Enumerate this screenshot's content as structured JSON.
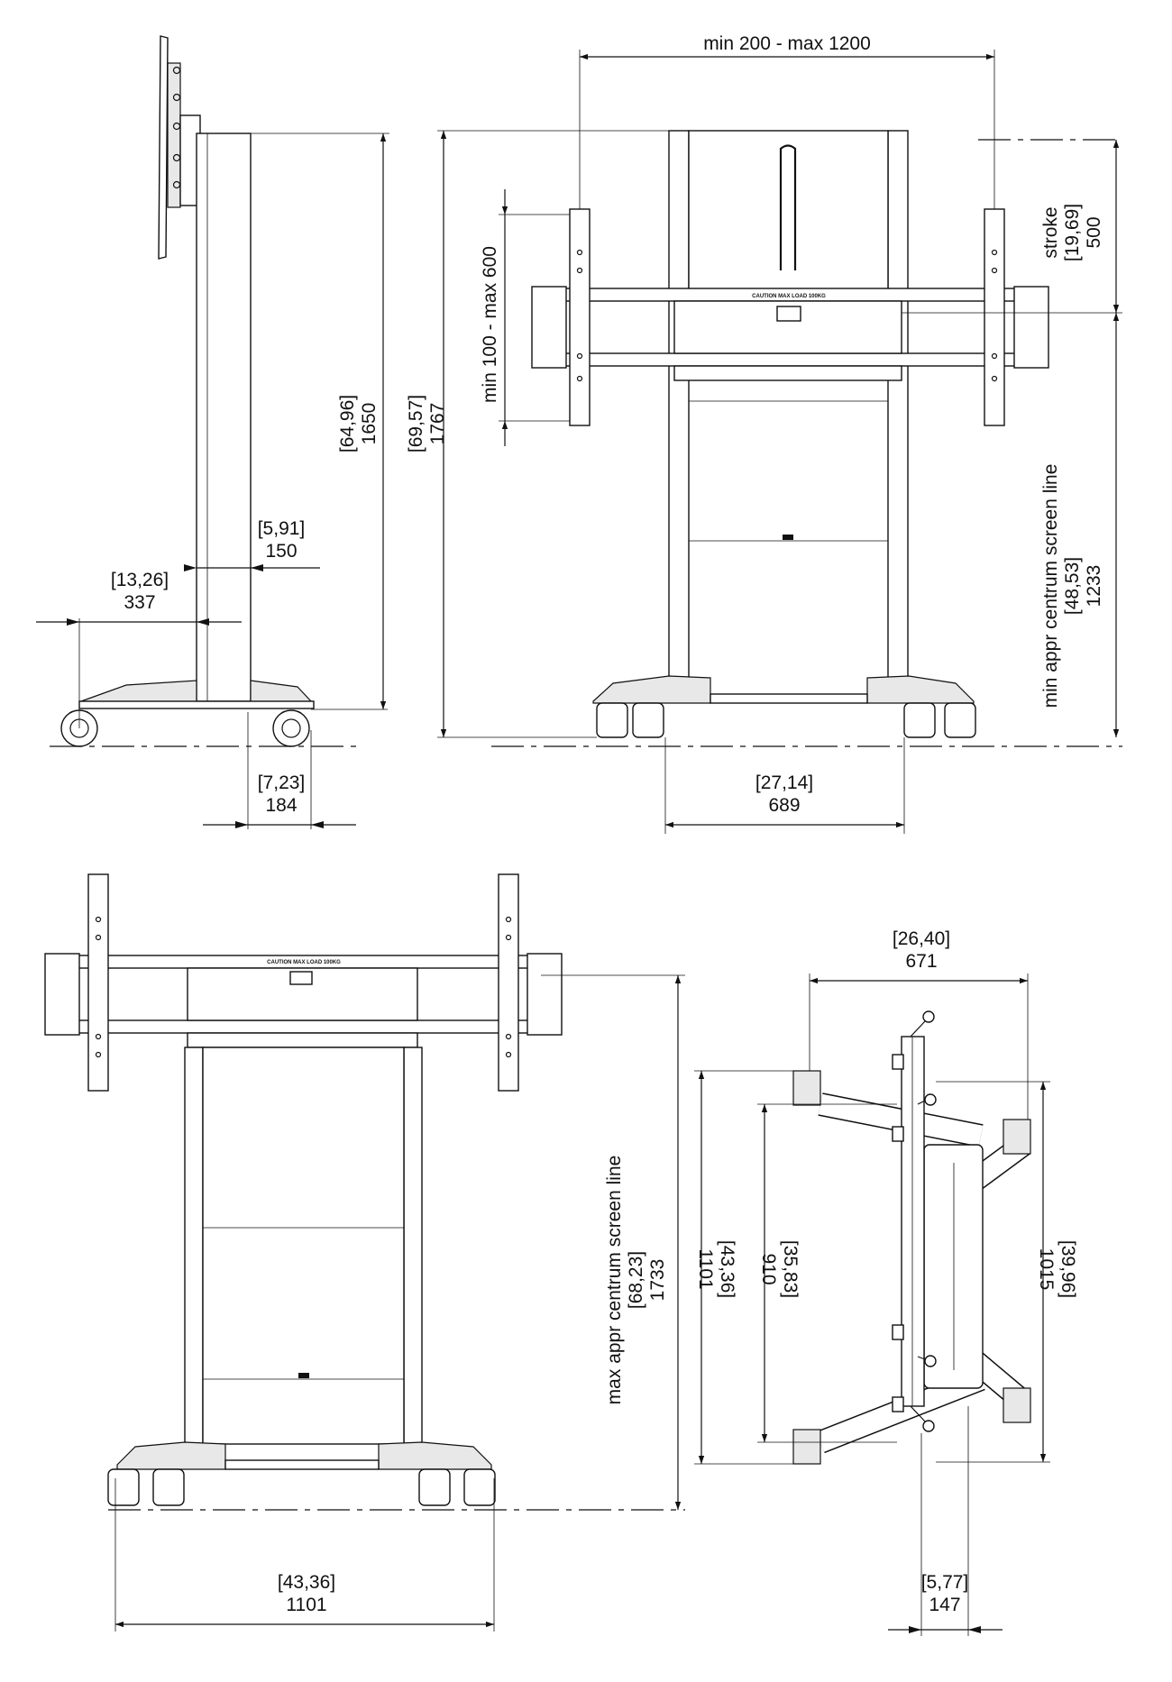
{
  "dimensions": {
    "width_range": "min 200 - max 1200",
    "stroke_label": "stroke",
    "stroke_inch": "[19,69]",
    "stroke_mm": "500",
    "height_range": "min 100 - max 600",
    "min_screen_line_label": "min appr centrum screen line",
    "min_screen_line_inch": "[48,53]",
    "min_screen_line_mm": "1233",
    "column_height_inch": "[64,96]",
    "column_height_mm": "1650",
    "total_height_inch": "[69,57]",
    "total_height_mm": "1767",
    "column_depth_inch": "[5,91]",
    "column_depth_mm": "150",
    "base_front_inch": "[13,26]",
    "base_front_mm": "337",
    "base_rear_inch": "[7,23]",
    "base_rear_mm": "184",
    "wheelbase_inch": "[27,14]",
    "wheelbase_mm": "689",
    "max_screen_line_label": "max appr centrum screen line",
    "max_screen_line_inch": "[68,23]",
    "max_screen_line_mm": "1733",
    "max_width_inch": "[43,36]",
    "max_width_mm": "1101",
    "top_width_inch": "[26,40]",
    "top_width_mm": "671",
    "top_depth1_inch": "[43,36]",
    "top_depth1_mm": "1101",
    "top_depth2_inch": "[35,83]",
    "top_depth2_mm": "910",
    "top_depth3_inch": "[39,96]",
    "top_depth3_mm": "1015",
    "top_offset_inch": "[5,77]",
    "top_offset_mm": "147"
  },
  "labels": {
    "caution": "CAUTION MAX LOAD 100KG"
  }
}
